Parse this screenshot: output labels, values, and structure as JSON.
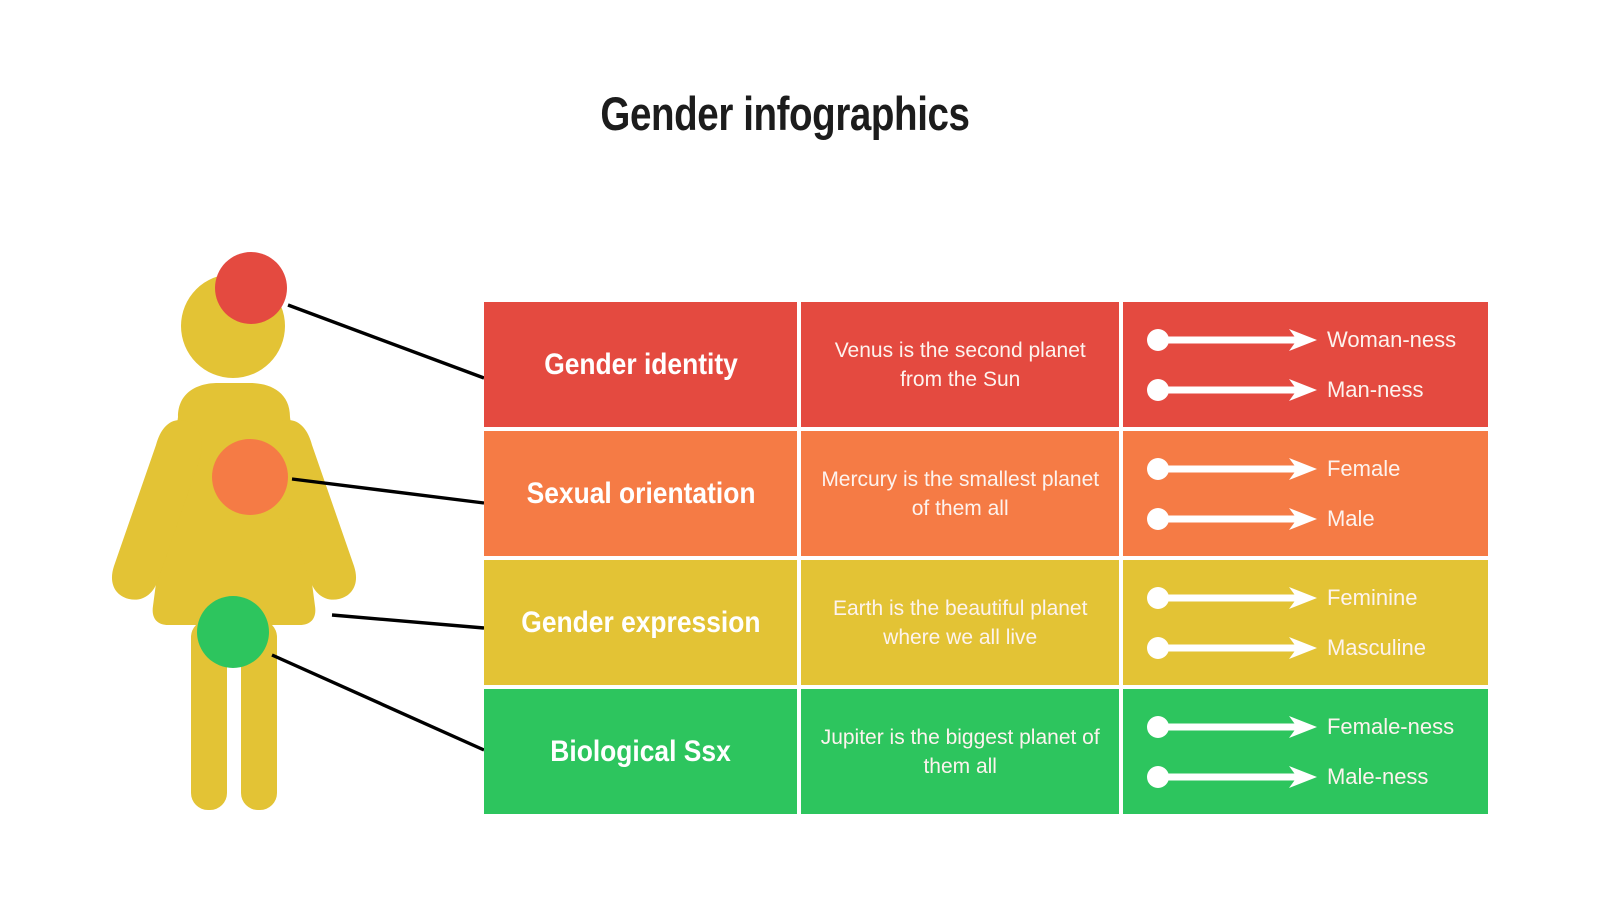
{
  "page": {
    "title": "Gender infographics",
    "background": "#ffffff"
  },
  "palette": {
    "red": "#E44A40",
    "orange": "#F57B45",
    "yellow": "#E3C335",
    "green": "#2DC55E",
    "figure_body": "#E3C335",
    "text_on_color": "#fdf3ee",
    "title_color": "#1c1c1c",
    "connector_line": "#000000"
  },
  "figure": {
    "name": "female-pictogram",
    "body_color": "#E3C335",
    "markers": [
      {
        "name": "head-marker",
        "color": "#E44A40",
        "region": "head"
      },
      {
        "name": "chest-marker",
        "color": "#F57B45",
        "region": "chest"
      },
      {
        "name": "groin-marker",
        "color": "#2DC55E",
        "region": "groin"
      }
    ]
  },
  "table": {
    "rows": [
      {
        "title": "Gender identity",
        "description": "Venus is the second planet from the Sun",
        "color": "#E44A40",
        "scale": [
          {
            "label": "Woman-ness"
          },
          {
            "label": "Man-ness"
          }
        ]
      },
      {
        "title": "Sexual orientation",
        "description": "Mercury is the smallest planet of them all",
        "color": "#F57B45",
        "scale": [
          {
            "label": "Female"
          },
          {
            "label": "Male"
          }
        ]
      },
      {
        "title": "Gender expression",
        "description": "Earth is the beautiful planet where we all live",
        "color": "#E3C335",
        "scale": [
          {
            "label": "Feminine"
          },
          {
            "label": "Masculine"
          }
        ]
      },
      {
        "title": "Biological Ssx",
        "description": "Jupiter is the biggest planet of them all",
        "color": "#2DC55E",
        "scale": [
          {
            "label": "Female-ness"
          },
          {
            "label": "Male-ness"
          }
        ]
      }
    ]
  }
}
